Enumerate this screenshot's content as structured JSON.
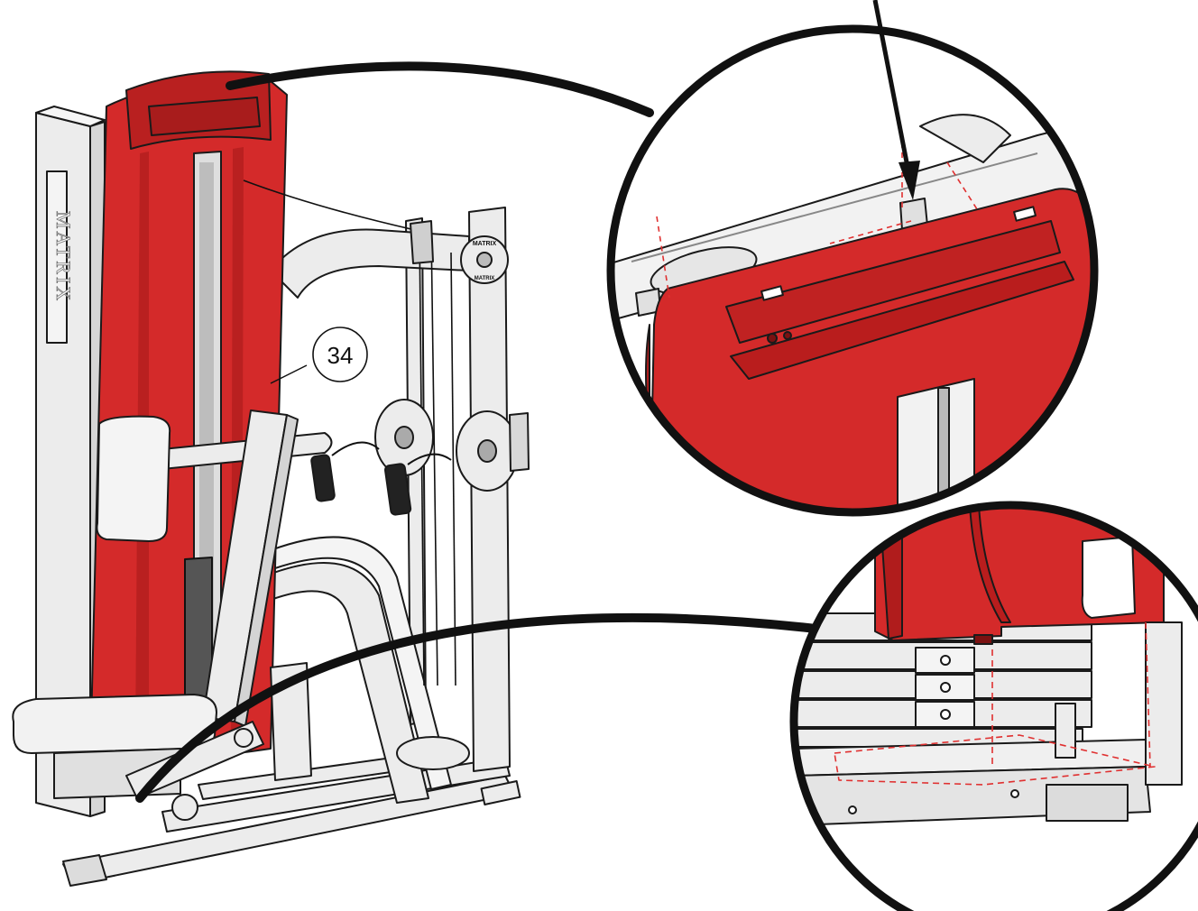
{
  "callout": {
    "part_number": "34"
  },
  "brand": {
    "column_logo": "MATRIX",
    "pulley_logo_top": "MATRIX",
    "pulley_logo_bottom": "MATRIX"
  },
  "colors": {
    "shroud_red": "#d42a2a",
    "shroud_red_dark": "#a81c1c",
    "frame_light": "#ececec",
    "outline": "#1a1a1a",
    "hidden_line_red": "#e03030"
  }
}
